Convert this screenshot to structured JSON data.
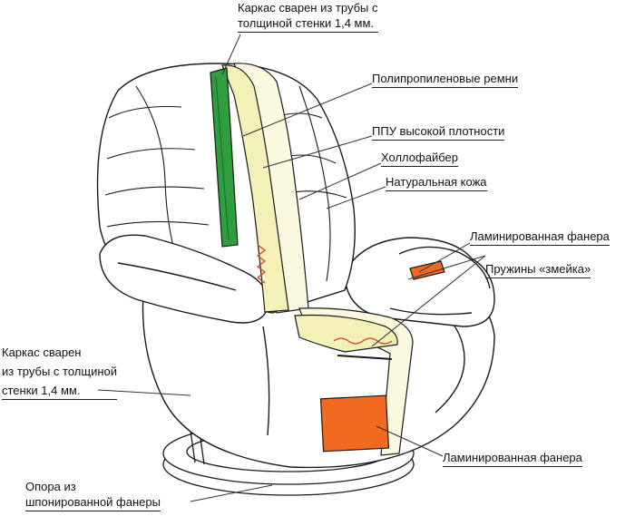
{
  "colors": {
    "outline": "#1a1a1a",
    "frame_green": "#2e9e3f",
    "foam_yellow": "#f4f1b8",
    "plywood_orange": "#f26a21",
    "spring_red": "#c8402a",
    "leader": "#333333",
    "background": "#ffffff"
  },
  "labels": {
    "frame_top": [
      "Каркас сварен из трубы с",
      "толщиной стенки 1,4 мм."
    ],
    "belts": "Полипропиленовые ремни",
    "foam": "ППУ высокой плотности",
    "hollofiber": "Холлофайбер",
    "leather": "Натуральная кожа",
    "plywood_arm": "Ламинированная фанера",
    "springs": "Пружины «змейка»",
    "frame_left": [
      "Каркас сварен",
      "из трубы  с толщиной",
      "стенки 1,4 мм."
    ],
    "plywood_seat": "Ламинированная фанера",
    "base": [
      "Опора из",
      "шпонированной фанеры"
    ]
  }
}
